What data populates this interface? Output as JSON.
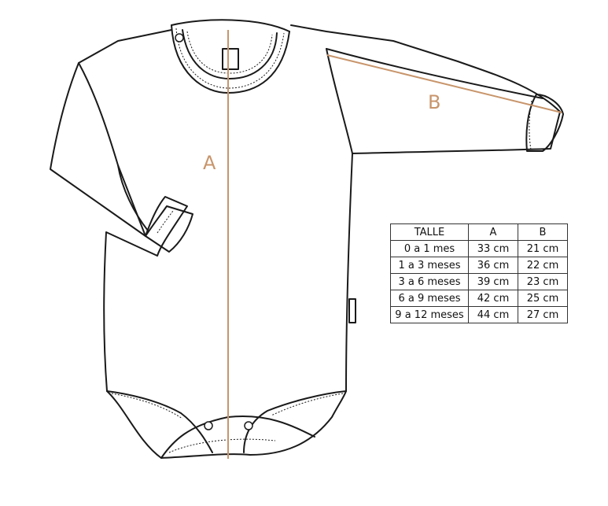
{
  "diagram": {
    "dimension_labels": {
      "a": "A",
      "b": "B"
    },
    "measure_color": "#c8956b",
    "outline_color": "#1a1a1a"
  },
  "size_table": {
    "headers": [
      "TALLE",
      "A",
      "B"
    ],
    "rows": [
      [
        "0 a 1 mes",
        "33 cm",
        "21 cm"
      ],
      [
        "1 a 3 meses",
        "36 cm",
        "22 cm"
      ],
      [
        "3 a 6 meses",
        "39 cm",
        "23 cm"
      ],
      [
        "6 a 9 meses",
        "42 cm",
        "25 cm"
      ],
      [
        "9 a 12 meses",
        "44 cm",
        "27 cm"
      ]
    ]
  }
}
